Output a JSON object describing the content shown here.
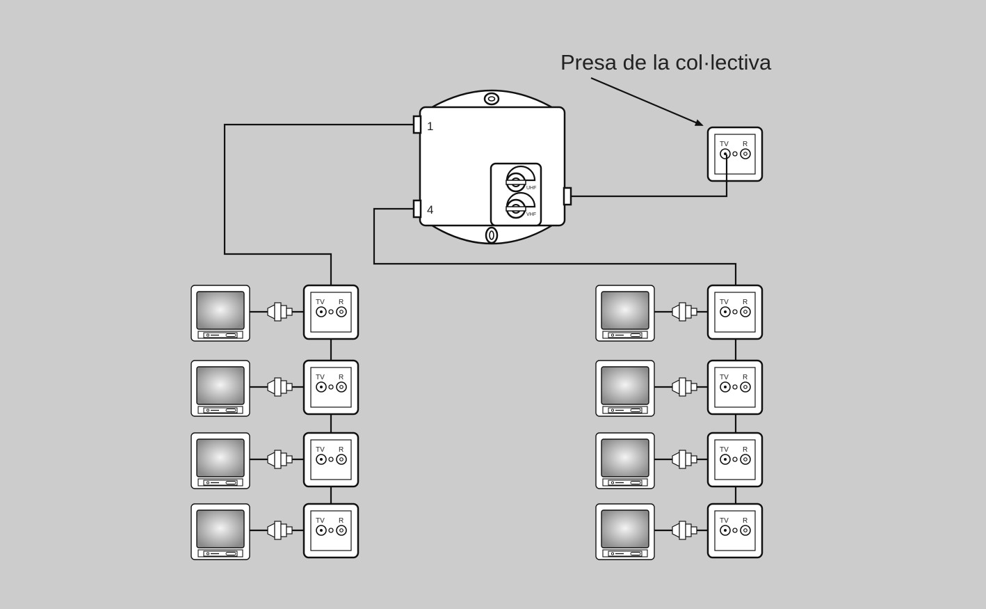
{
  "diagram": {
    "callout": "Presa de la col·lectiva",
    "amplifier": {
      "port_1": "1",
      "port_4": "4",
      "input_uhf": "UHF",
      "input_vhf": "VHF"
    },
    "outlet_labels": {
      "tv": "TV",
      "radio": "R"
    },
    "colors": {
      "background": "#cccccc",
      "stroke": "#111111",
      "fill": "#ffffff"
    },
    "branches": [
      {
        "name": "left",
        "port": "1",
        "outlets": 4
      },
      {
        "name": "right",
        "port": "4",
        "outlets": 4
      }
    ]
  }
}
